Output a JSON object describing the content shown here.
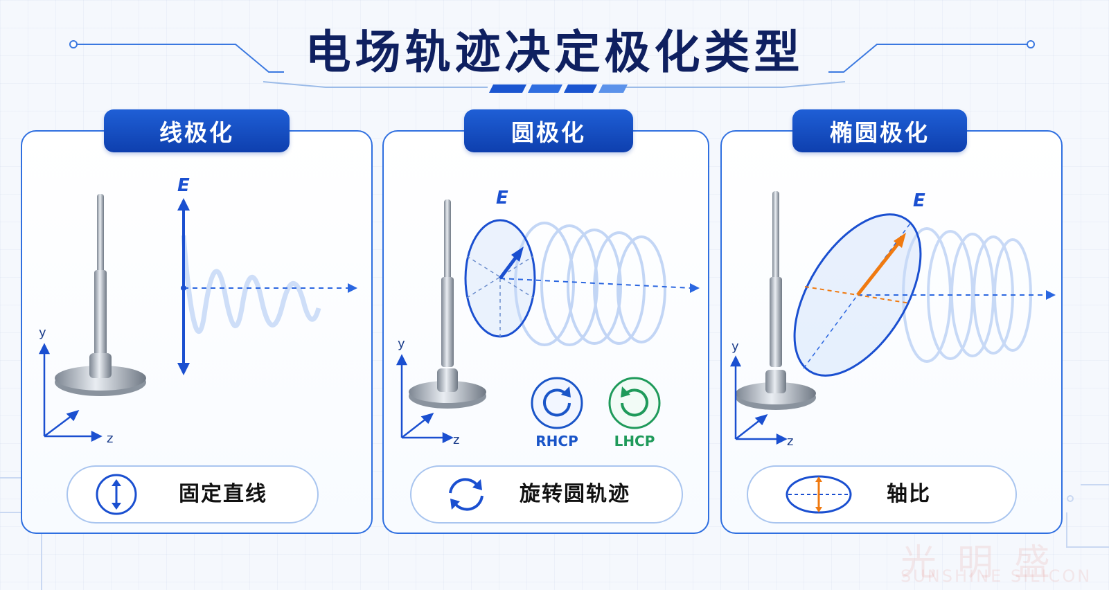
{
  "title": "电场轨迹决定极化类型",
  "panels": [
    {
      "tab": "线极化",
      "field_label": "E",
      "axis_y": "y",
      "axis_z": "z",
      "pill_text": "固定直线",
      "pill_icon": "vertical-double-arrow-icon"
    },
    {
      "tab": "圆极化",
      "field_label": "E",
      "axis_y": "y",
      "axis_z": "z",
      "pill_text": "旋转圆轨迹",
      "pill_icon": "rotate-arrows-icon",
      "badges": [
        {
          "label": "RHCP",
          "color": "#1a55c8",
          "icon": "clockwise-icon"
        },
        {
          "label": "LHCP",
          "color": "#1f9a5a",
          "icon": "counterclockwise-icon"
        }
      ]
    },
    {
      "tab": "椭圆极化",
      "field_label": "E",
      "axis_y": "y",
      "axis_z": "z",
      "pill_text": "轴比",
      "pill_icon": "ellipse-axis-icon"
    }
  ],
  "watermark": {
    "text_cn": "光明盛",
    "text_en": "SUNSHINE SILICON"
  },
  "colors": {
    "primary_blue": "#1a4fd0",
    "navy_title": "#0f2060",
    "orange_vector": "#f07a10",
    "green_lhcp": "#1f9a5a"
  }
}
